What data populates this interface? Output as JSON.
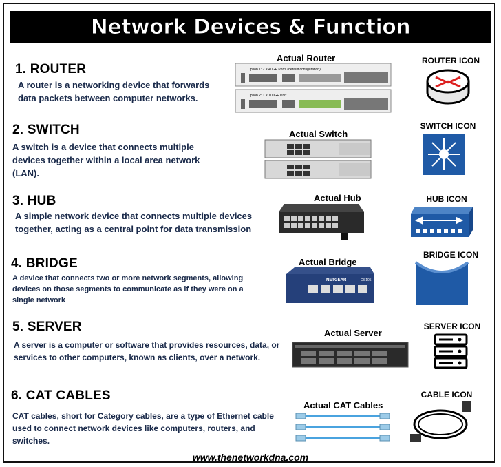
{
  "header": {
    "title": "Network Devices & Function"
  },
  "devices": [
    {
      "title": "1. ROUTER",
      "description": "A router is a networking device that forwards data packets between computer networks.",
      "photo_caption": "Actual Router",
      "icon_caption": "ROUTER ICON",
      "icon": "router-icon",
      "photo_labels": [
        "Option 1: 2 × 40GE Ports (default configuration)",
        "Option 2: 1 × 100GE Port"
      ]
    },
    {
      "title": "2. SWITCH",
      "description": "A switch is a device that connects multiple devices together within a local area network (LAN).",
      "photo_caption": "Actual Switch",
      "icon_caption": "SWITCH ICON",
      "icon": "switch-icon"
    },
    {
      "title": "3. HUB",
      "description": "A simple network device that connects multiple devices together, acting as a central point for data transmission",
      "photo_caption": "Actual Hub",
      "icon_caption": "HUB ICON",
      "icon": "hub-icon"
    },
    {
      "title": "4. BRIDGE",
      "description": "A device that connects two or more network segments, allowing devices on those segments to communicate as if they were on a single network",
      "photo_caption": "Actual Bridge",
      "icon_caption": "BRIDGE ICON",
      "icon": "bridge-icon",
      "photo_labels": [
        "NETGEAR",
        "GS105"
      ]
    },
    {
      "title": "5. SERVER",
      "description": "A server is a computer or software that provides resources, data, or services to other computers, known as clients, over a network.",
      "photo_caption": "Actual Server",
      "icon_caption": "SERVER ICON",
      "icon": "server-icon"
    },
    {
      "title": "6. CAT CABLES",
      "description": "CAT cables, short for Category cables, are a type of Ethernet cable used to connect network devices like computers, routers, and switches.",
      "photo_caption": "Actual CAT Cables",
      "icon_caption": "CABLE ICON",
      "icon": "cable-icon"
    }
  ],
  "footer": {
    "url": "www.thenetworkdna.com"
  },
  "colors": {
    "icon_blue": "#1f5aa6",
    "desc_text": "#1a2a4a",
    "cable_blue": "#4aa3df"
  }
}
